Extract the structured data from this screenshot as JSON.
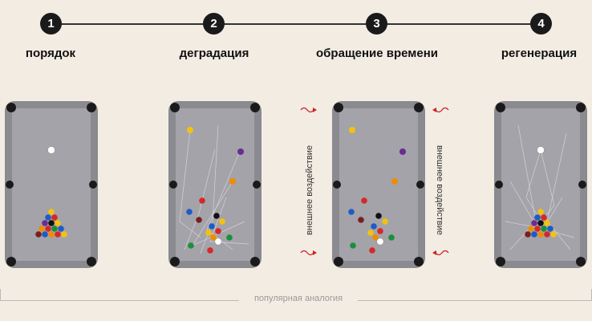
{
  "steps": [
    {
      "number": "1",
      "title": "порядок"
    },
    {
      "number": "2",
      "title": "деградация"
    },
    {
      "number": "3",
      "title": "обращение времени"
    },
    {
      "number": "4",
      "title": "регенерация"
    }
  ],
  "side_label_left": "внешнее воздействие",
  "side_label_right": "внешнее воздействие",
  "caption": "популярная аналогия",
  "colors": {
    "table_felt": "#9e9ea4",
    "table_rail": "#8a8a90",
    "pocket": "#1a1a1a",
    "background": "#f2ece3",
    "arrow_red": "#cc2222"
  }
}
